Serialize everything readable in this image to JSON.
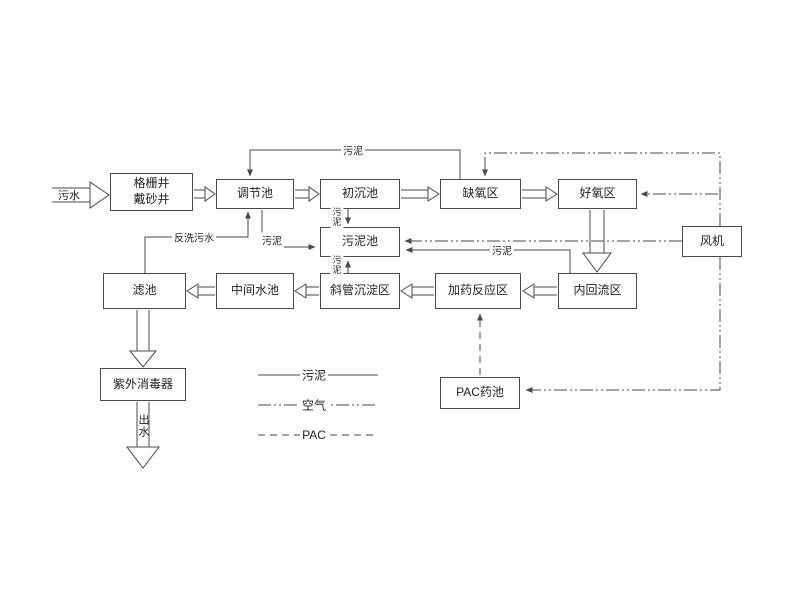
{
  "diagram": {
    "boxes": {
      "grit_well": "格栅井\n戴砂井",
      "regulating_tank": "调节池",
      "primary_sedimentation": "初沉池",
      "anoxic_zone": "缺氧区",
      "aerobic_zone": "好氧区",
      "blower": "风机",
      "sludge_tank": "污泥池",
      "filter_tank": "滤池",
      "intermediate_tank": "中间水池",
      "inclined_tube_zone": "斜管沉淀区",
      "dosing_reaction_zone": "加药反应区",
      "internal_reflux_zone": "内回流区",
      "uv_disinfector": "紫外消毒器",
      "pac_tank": "PAC药池"
    },
    "labels": {
      "influent": "污水",
      "effluent": "出水",
      "sludge_return_top": "污泥",
      "backwash_water": "反洗污水",
      "sludge_to_tank": "污泥",
      "sludge_primary_to_tank": "污泥",
      "sludge_inclined_to_tank": "污泥",
      "sludge_reflux_to_tank": "污泥"
    },
    "legend": {
      "sludge": "污泥",
      "air": "空气",
      "pac": "PAC"
    },
    "colors": {
      "line": "#4a4a4a",
      "text": "#222222",
      "background": "#ffffff"
    }
  }
}
